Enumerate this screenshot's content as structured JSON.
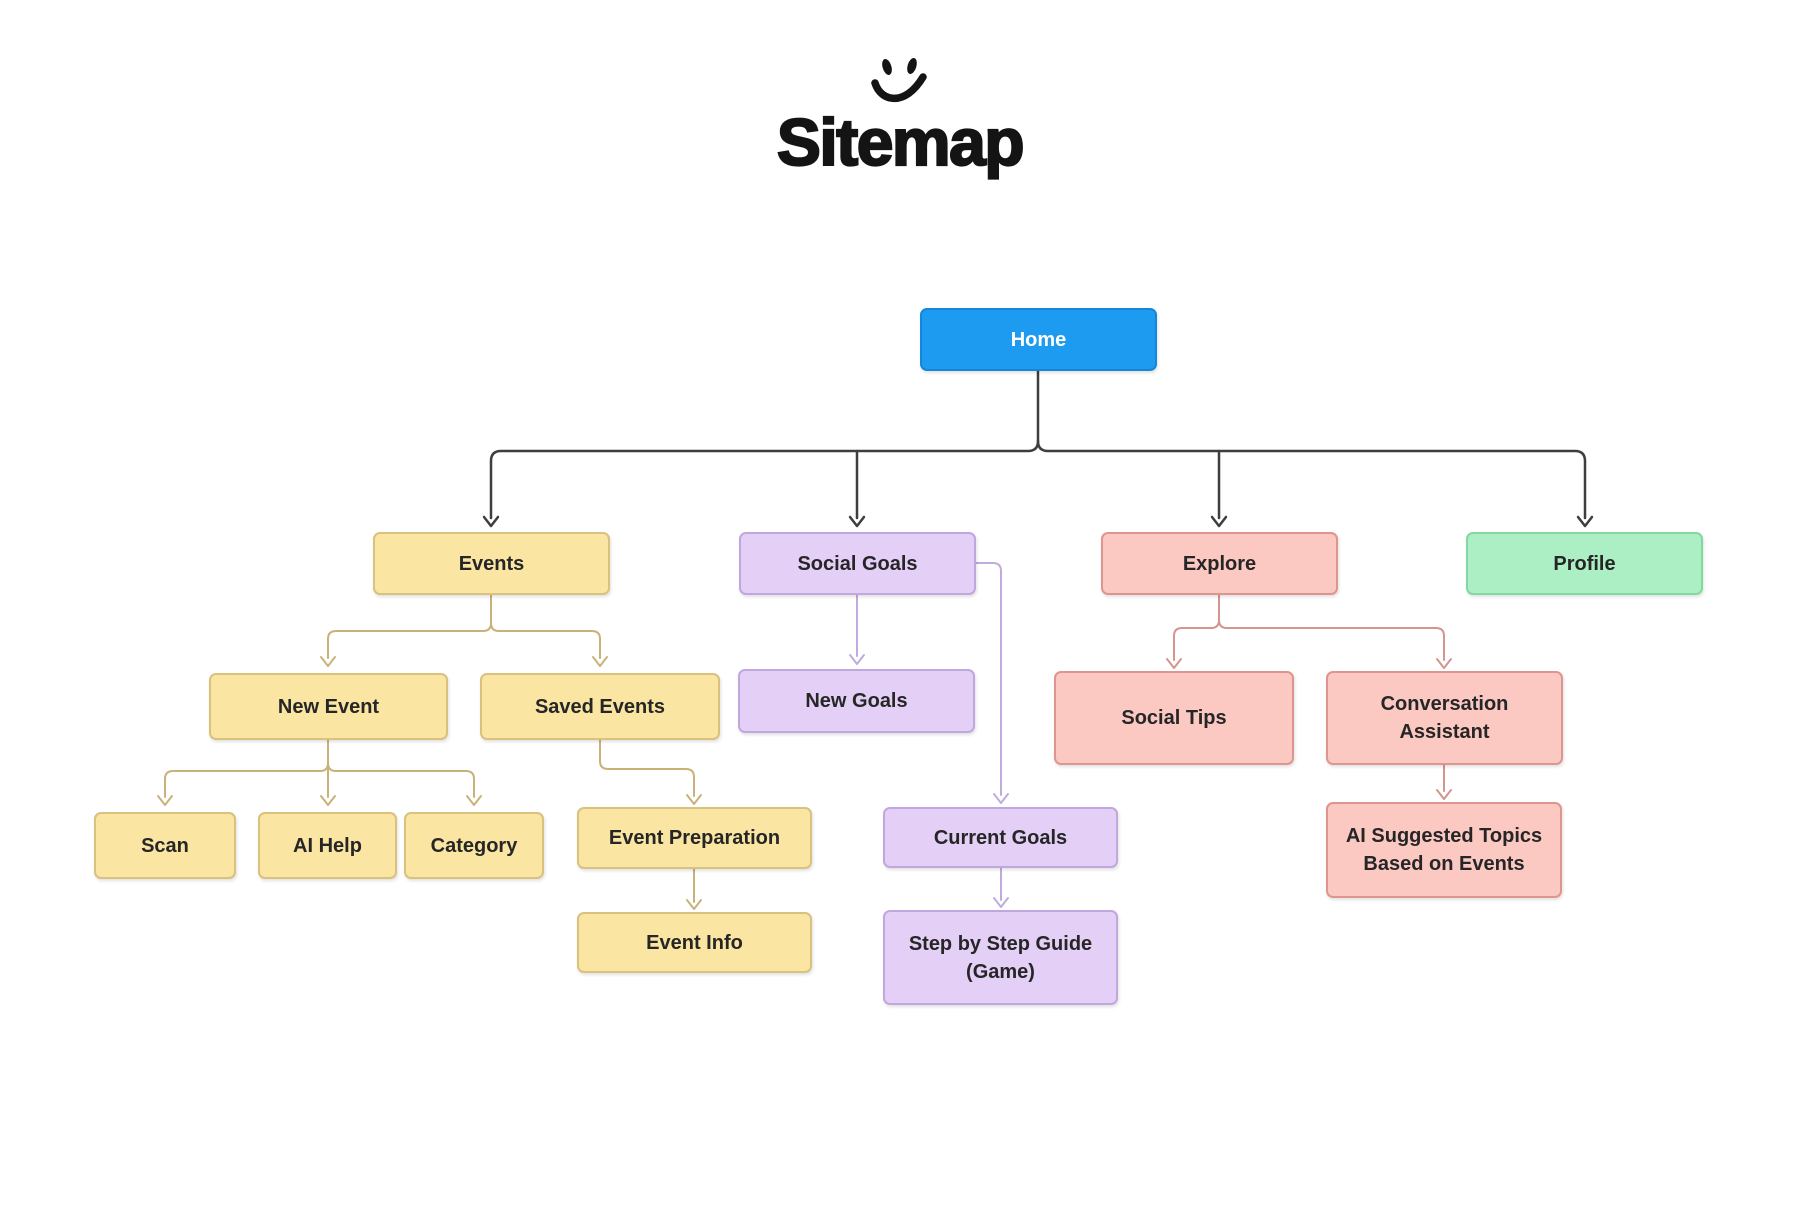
{
  "header": {
    "title": "Sitemap",
    "icon": "smiley-icon"
  },
  "palette": {
    "blue_fill": "#1d9bf0",
    "blue_border": "#1587d9",
    "yellow_fill": "#fae5a3",
    "yellow_border": "#d9c17e",
    "yellow_line": "#c8b279",
    "purple_fill": "#e4d0f6",
    "purple_border": "#c0a7de",
    "purple_line": "#c0abde",
    "pink_fill": "#fbc8c2",
    "pink_border": "#dd968f",
    "pink_line": "#d3958e",
    "green_fill": "#adefc4",
    "green_border": "#85d7a2",
    "dark_line": "#3e3e3e",
    "text": "#262626",
    "home_text": "#ffffff"
  },
  "nodes": {
    "home": {
      "label": "Home",
      "color": "blue"
    },
    "events": {
      "label": "Events",
      "color": "yellow"
    },
    "social_goals": {
      "label": "Social Goals",
      "color": "purple"
    },
    "explore": {
      "label": "Explore",
      "color": "pink"
    },
    "profile": {
      "label": "Profile",
      "color": "green"
    },
    "new_event": {
      "label": "New Event",
      "color": "yellow"
    },
    "saved_events": {
      "label": "Saved Events",
      "color": "yellow"
    },
    "new_goals": {
      "label": "New Goals",
      "color": "purple"
    },
    "social_tips": {
      "label": "Social Tips",
      "color": "pink"
    },
    "conversation_assistant": {
      "label": "Conversation Assistant",
      "color": "pink"
    },
    "scan": {
      "label": "Scan",
      "color": "yellow"
    },
    "ai_help": {
      "label": "AI Help",
      "color": "yellow"
    },
    "category": {
      "label": "Category",
      "color": "yellow"
    },
    "event_preparation": {
      "label": "Event Preparation",
      "color": "yellow"
    },
    "current_goals": {
      "label": "Current Goals",
      "color": "purple"
    },
    "event_info": {
      "label": "Event Info",
      "color": "yellow"
    },
    "step_guide": {
      "label": "Step by Step Guide (Game)",
      "color": "purple"
    },
    "ai_topics": {
      "label": "AI Suggested Topics Based on Events",
      "color": "pink"
    }
  },
  "edges": [
    [
      "home",
      "events"
    ],
    [
      "home",
      "social_goals"
    ],
    [
      "home",
      "explore"
    ],
    [
      "home",
      "profile"
    ],
    [
      "events",
      "new_event"
    ],
    [
      "events",
      "saved_events"
    ],
    [
      "new_event",
      "scan"
    ],
    [
      "new_event",
      "ai_help"
    ],
    [
      "new_event",
      "category"
    ],
    [
      "saved_events",
      "event_preparation"
    ],
    [
      "event_preparation",
      "event_info"
    ],
    [
      "social_goals",
      "new_goals"
    ],
    [
      "social_goals",
      "current_goals"
    ],
    [
      "current_goals",
      "step_guide"
    ],
    [
      "explore",
      "social_tips"
    ],
    [
      "explore",
      "conversation_assistant"
    ],
    [
      "conversation_assistant",
      "ai_topics"
    ]
  ]
}
